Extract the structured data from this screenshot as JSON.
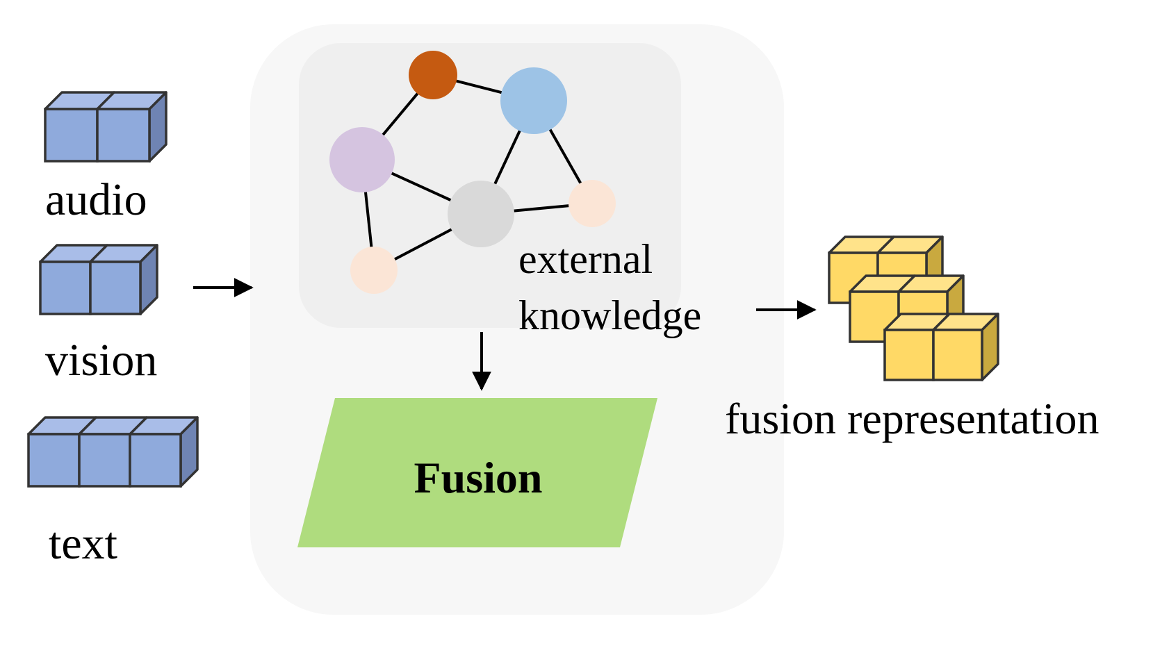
{
  "inputs": {
    "audio_label": "audio",
    "vision_label": "vision",
    "text_label": "text"
  },
  "knowledge": {
    "label_line1": "external",
    "label_line2": "knowledge"
  },
  "fusion": {
    "label": "Fusion"
  },
  "output": {
    "label": "fusion representation"
  },
  "colors": {
    "input_cube_front": "#8faadc",
    "input_cube_top": "#a9bde8",
    "input_cube_side": "#6f84b3",
    "output_cube_front": "#ffd966",
    "output_cube_top": "#ffe38a",
    "output_cube_side": "#c9a93f",
    "fusion_fill": "#afdc7e",
    "outer_panel": "#f7f7f7",
    "graph_panel": "#efefef",
    "node_orange": "#c55a11",
    "node_blue": "#9dc3e6",
    "node_purple": "#d5c4e0",
    "node_gray": "#d9d9d9",
    "node_peach": "#fbe5d6"
  }
}
